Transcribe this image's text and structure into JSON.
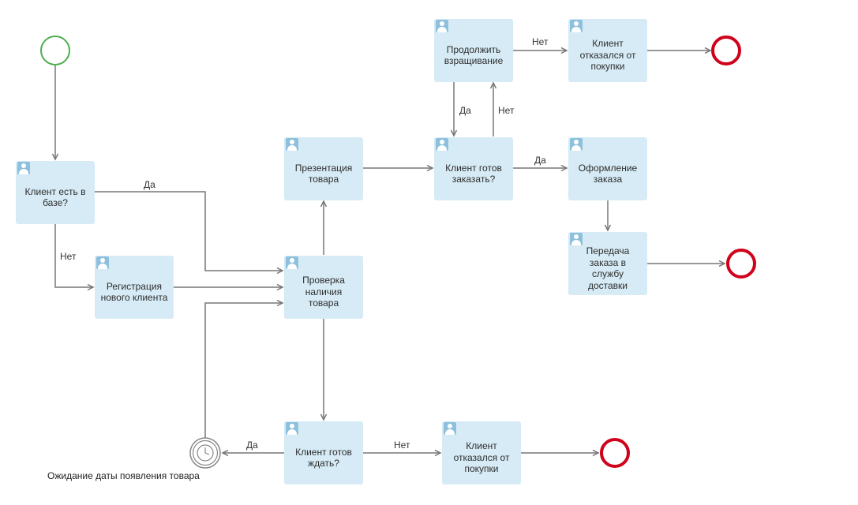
{
  "tasks": {
    "client_in_db": "Клиент есть в\nбазе?",
    "register_client": "Регистрация\nнового клиента",
    "check_stock": "Проверка\nналичия\nтовара",
    "presentation": "Презентация\nтовара",
    "ready_to_order": "Клиент готов\nзаказать?",
    "continue_nurturing": "Продолжить\nвзращивание",
    "refused_top": "Клиент\nотказался от\nпокупки",
    "order_processing": "Оформление\nзаказа",
    "delivery_transfer": "Передача\nзаказа в\nслужбу\nдоставки",
    "ready_to_wait": "Клиент готов\nждать?",
    "refused_bottom": "Клиент\nотказался от\nпокупки"
  },
  "flow_labels": {
    "db_yes": "Да",
    "db_no": "Нет",
    "nurture_yes": "Да",
    "ready_no": "Нет",
    "nurture_no": "Нет",
    "ready_yes": "Да",
    "wait_yes": "Да",
    "wait_no": "Нет"
  },
  "timer_event_label": "Ожидание даты появления товара",
  "colors": {
    "start_event": "#4caf50",
    "end_event": "#d0021b",
    "task_fill": "#d6ebf5",
    "task_icon": "#8cc0dd",
    "connector": "#777777",
    "timer": "#888888"
  }
}
